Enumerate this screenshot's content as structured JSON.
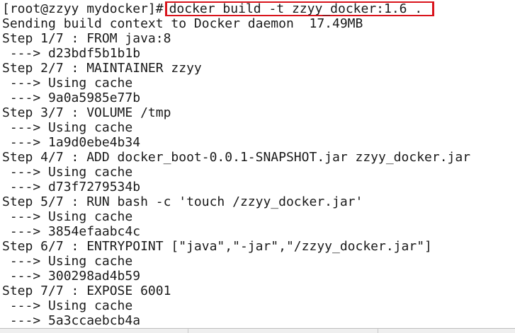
{
  "prompt": "[root@zzyy mydocker]#",
  "command": "docker build -t zzyy_docker:1.6 .",
  "colors": {
    "highlight_border": "#d9141c",
    "text": "#1a1a1a",
    "background": "#ffffff"
  },
  "lines": [
    "Sending build context to Docker daemon  17.49MB",
    "Step 1/7 : FROM java:8",
    " ---> d23bdf5b1b1b",
    "Step 2/7 : MAINTAINER zzyy",
    " ---> Using cache",
    " ---> 9a0a5985e77b",
    "Step 3/7 : VOLUME /tmp",
    " ---> Using cache",
    " ---> 1a9d0ebe4b34",
    "Step 4/7 : ADD docker_boot-0.0.1-SNAPSHOT.jar zzyy_docker.jar",
    " ---> Using cache",
    " ---> d73f7279534b",
    "Step 5/7 : RUN bash -c 'touch /zzyy_docker.jar'",
    " ---> Using cache",
    " ---> 3854efaabc4c",
    "Step 6/7 : ENTRYPOINT [\"java\",\"-jar\",\"/zzyy_docker.jar\"]",
    " ---> Using cache",
    " ---> 300298ad4b59",
    "Step 7/7 : EXPOSE 6001",
    " ---> Using cache",
    " ---> 5a3ccaebcb4a"
  ]
}
